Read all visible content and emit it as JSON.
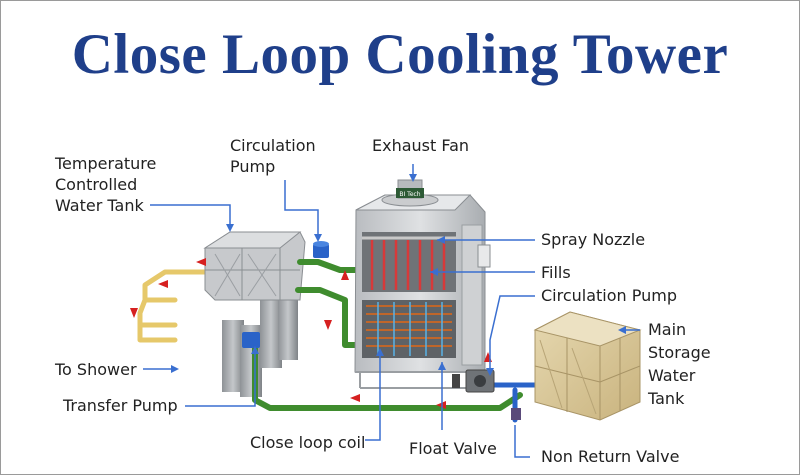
{
  "title": "Close Loop Cooling Tower",
  "labels": {
    "temperature_tank": [
      "Temperature",
      "Controlled",
      "Water Tank"
    ],
    "circulation_pump_top": [
      "Circulation",
      "Pump"
    ],
    "exhaust_fan": "Exhaust Fan",
    "spray_nozzle": "Spray Nozzle",
    "fills": "Fills",
    "circulation_pump_right": "Circulation Pump",
    "main_storage": [
      "Main",
      "Storage",
      "Water",
      "Tank"
    ],
    "to_shower": "To Shower",
    "transfer_pump": "Transfer Pump",
    "close_loop_coil": "Close loop coil",
    "float_valve": "Float Valve",
    "non_return_valve": "Non Return Valve",
    "tower_badge": "BI Tech"
  },
  "colors": {
    "title": "#1f3f8a",
    "leader_line": "#3a6fd0",
    "pipe_green": "#3f8c2e",
    "pipe_blue": "#2a63c8",
    "flow_arrow": "#d62020",
    "shower_pipe": "#e6c86a",
    "storage_tank": "#d9c79a"
  }
}
